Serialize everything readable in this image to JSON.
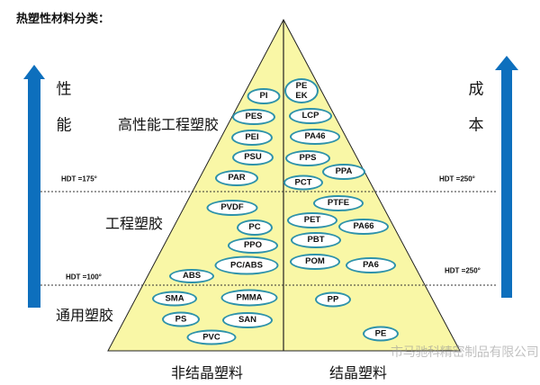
{
  "title": "热塑性材料分类：",
  "axes": {
    "performance": [
      "性",
      "能"
    ],
    "cost": [
      "成",
      "本"
    ]
  },
  "categories": {
    "high": "高性能工程塑胶",
    "engineering": "工程塑胶",
    "general": "通用塑胶"
  },
  "columns": {
    "amorphous": "非结晶塑料",
    "crystalline": "结晶塑料"
  },
  "hdt": {
    "left_upper": "HDT =175°",
    "right_upper": "HDT =250°",
    "left_lower": "HDT =100°",
    "right_lower": "HDT =250°"
  },
  "materials": {
    "amorphous": [
      "PI",
      "PES",
      "PEI",
      "PSU",
      "PAR",
      "PVDF",
      "PC",
      "PPO",
      "PC/ABS",
      "ABS",
      "SMA",
      "PMMA",
      "PS",
      "SAN",
      "PVC"
    ],
    "crystalline": [
      "PE\nEK",
      "LCP",
      "PA46",
      "PPS",
      "PPA",
      "PCT",
      "PTFE",
      "PET",
      "PA66",
      "PBT",
      "POM",
      "PA6",
      "PP",
      "PE"
    ]
  },
  "watermark": "市马驰科精密制品有限公司",
  "colors": {
    "pyramid": "#f9f7a6",
    "arrow": "#0d6fbd",
    "ellipse_border": "#2e92aa"
  }
}
